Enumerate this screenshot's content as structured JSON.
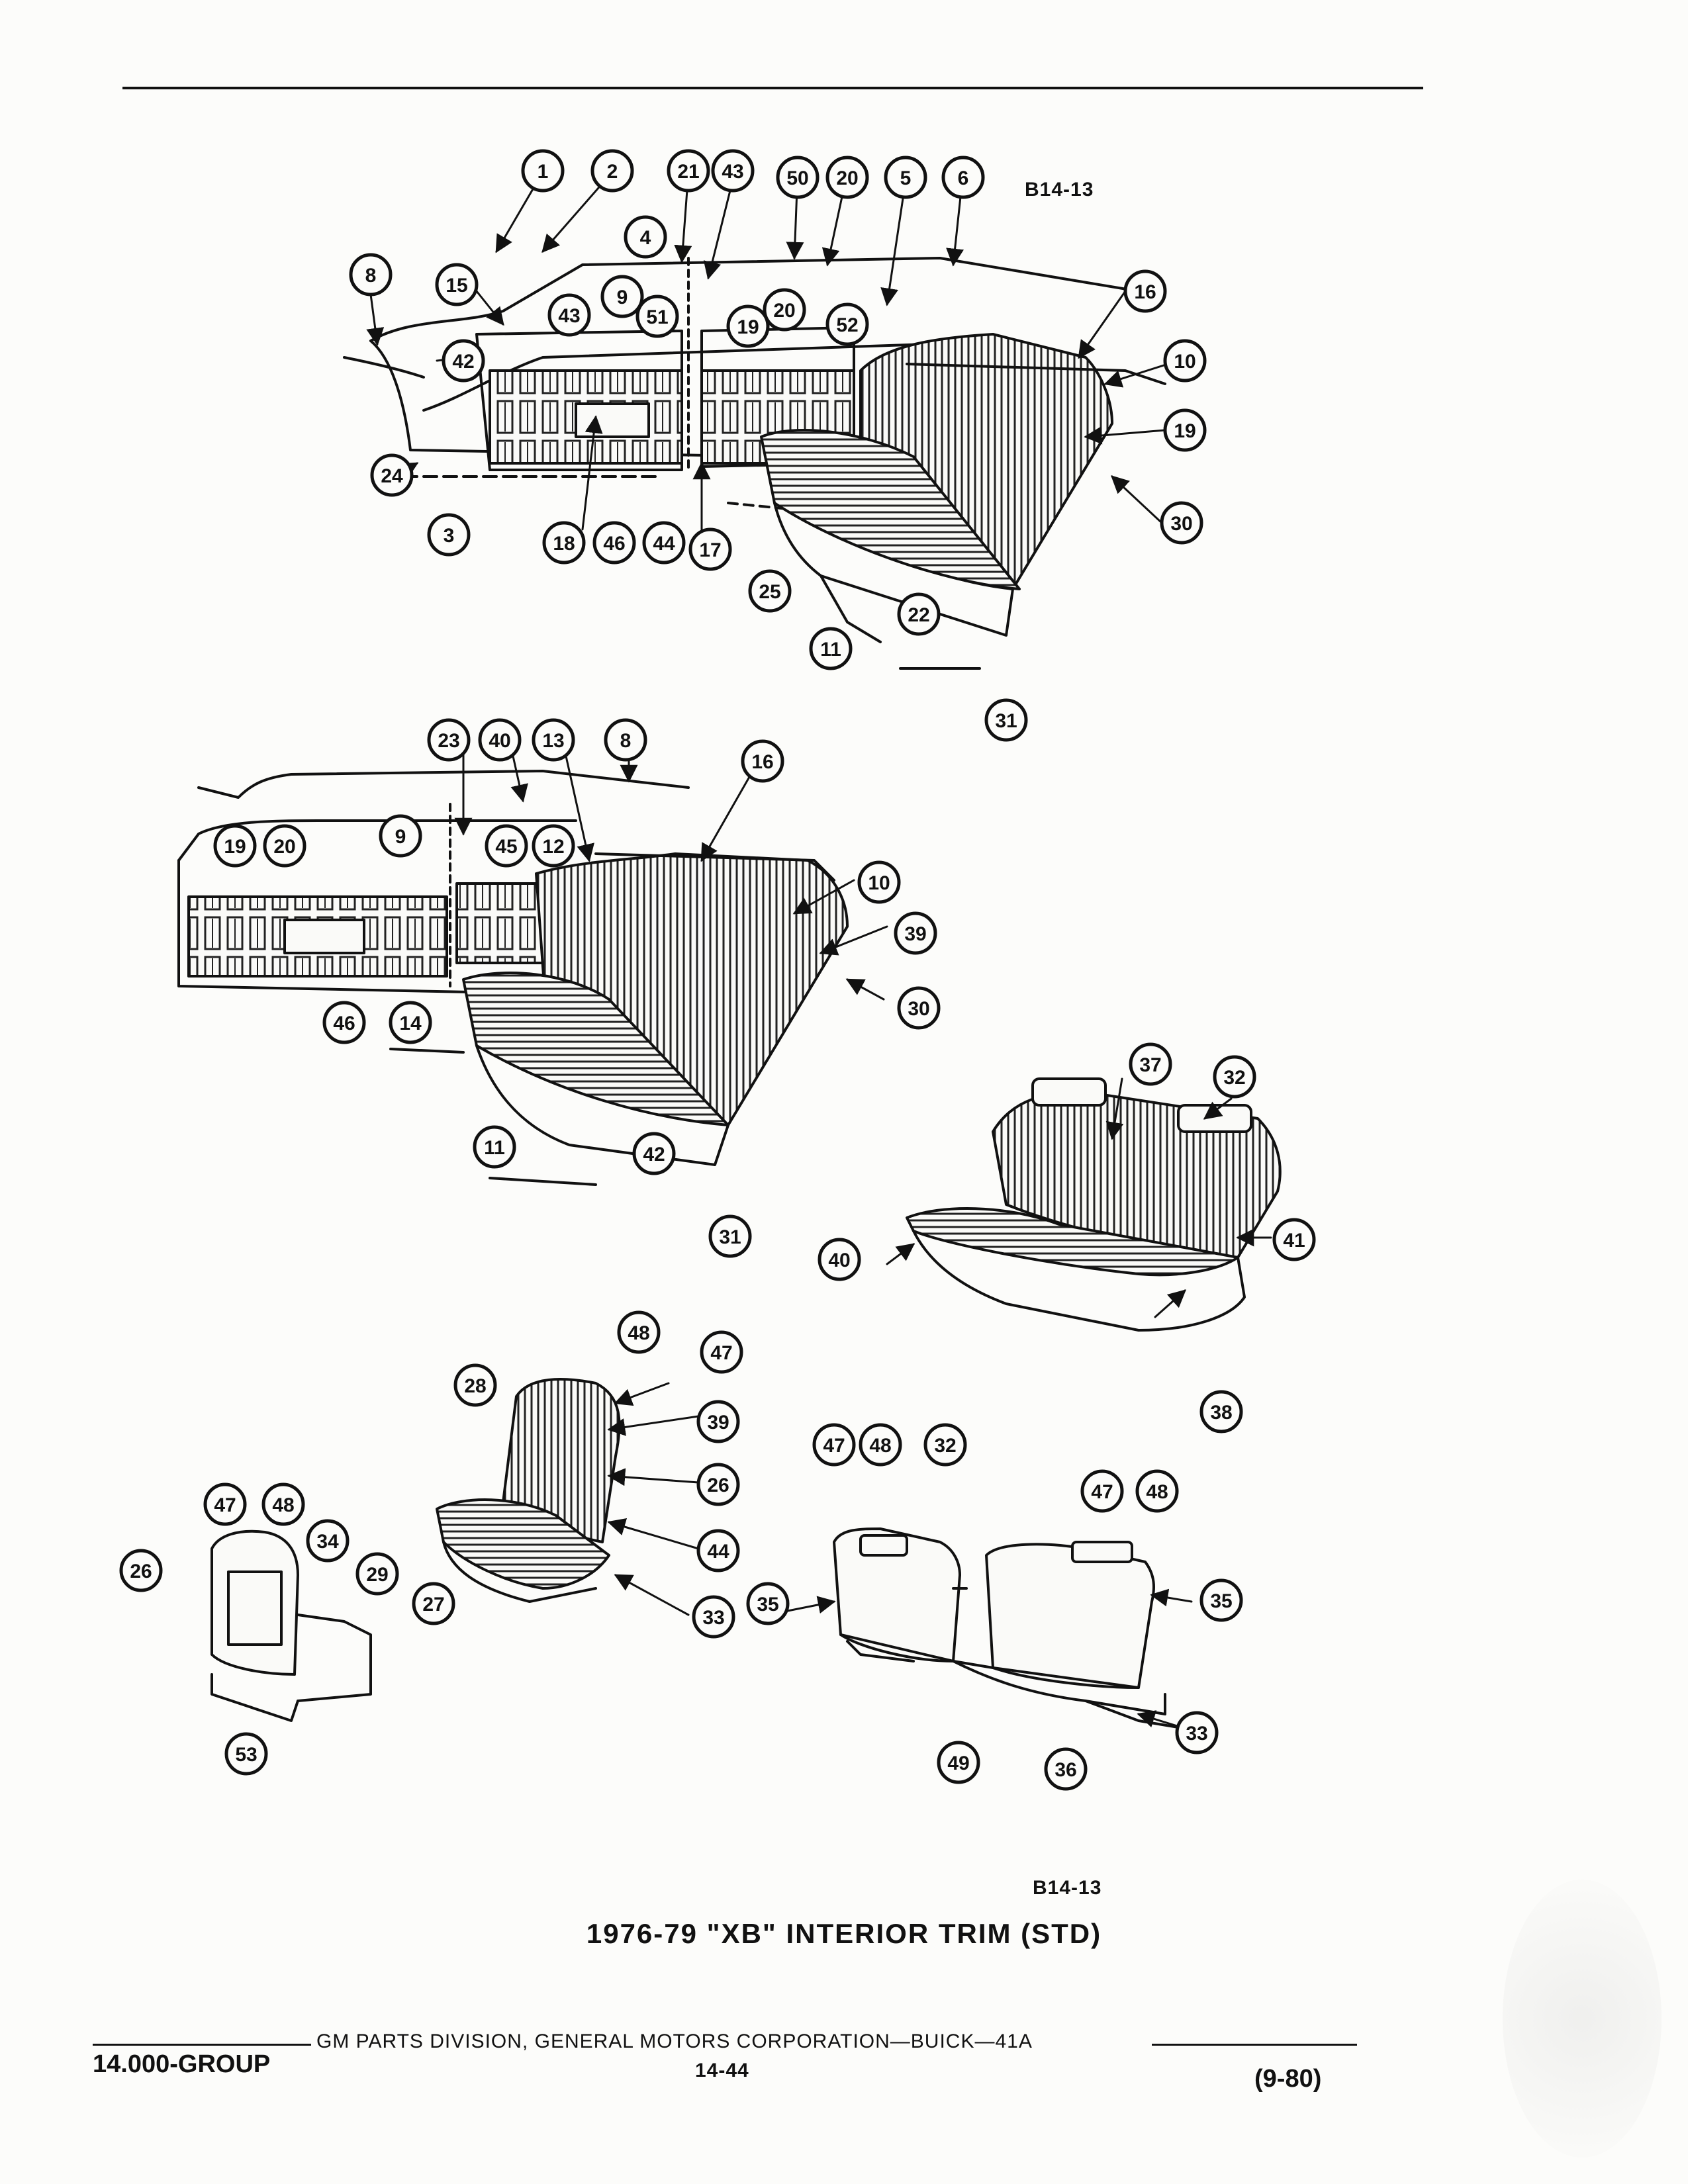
{
  "page": {
    "ref_code_top": "B14-13",
    "ref_code_bottom": "B14-13",
    "caption": "1976-79 \"XB\" INTERIOR TRIM (STD)",
    "footer_publisher": "GM PARTS DIVISION, GENERAL MOTORS CORPORATION—BUICK—41A",
    "footer_page_number": "14-44",
    "footer_group": "14.000-GROUP",
    "footer_date": "(9-80)"
  },
  "diagrams": {
    "coupe_interior": {
      "callouts": [
        "1",
        "2",
        "21",
        "43",
        "50",
        "20",
        "5",
        "6",
        "4",
        "8",
        "15",
        "9",
        "51",
        "43",
        "19",
        "20",
        "52",
        "16",
        "10",
        "42",
        "19",
        "24",
        "3",
        "18",
        "46",
        "44",
        "17",
        "25",
        "22",
        "30",
        "11",
        "31"
      ]
    },
    "sedan_rear_interior": {
      "callouts": [
        "23",
        "40",
        "13",
        "8",
        "16",
        "19",
        "20",
        "9",
        "45",
        "12",
        "10",
        "39",
        "30",
        "46",
        "14",
        "11",
        "42",
        "31"
      ]
    },
    "bench_seat": {
      "callouts": [
        "37",
        "32",
        "40",
        "41",
        "38"
      ]
    },
    "bucket_seat": {
      "callouts": [
        "48",
        "47",
        "28",
        "39",
        "26",
        "44",
        "33",
        "47",
        "48",
        "34",
        "26",
        "29",
        "27",
        "53"
      ]
    },
    "split_bench_seat": {
      "callouts": [
        "47",
        "48",
        "32",
        "47",
        "48",
        "35",
        "35",
        "49",
        "36",
        "33"
      ]
    }
  }
}
